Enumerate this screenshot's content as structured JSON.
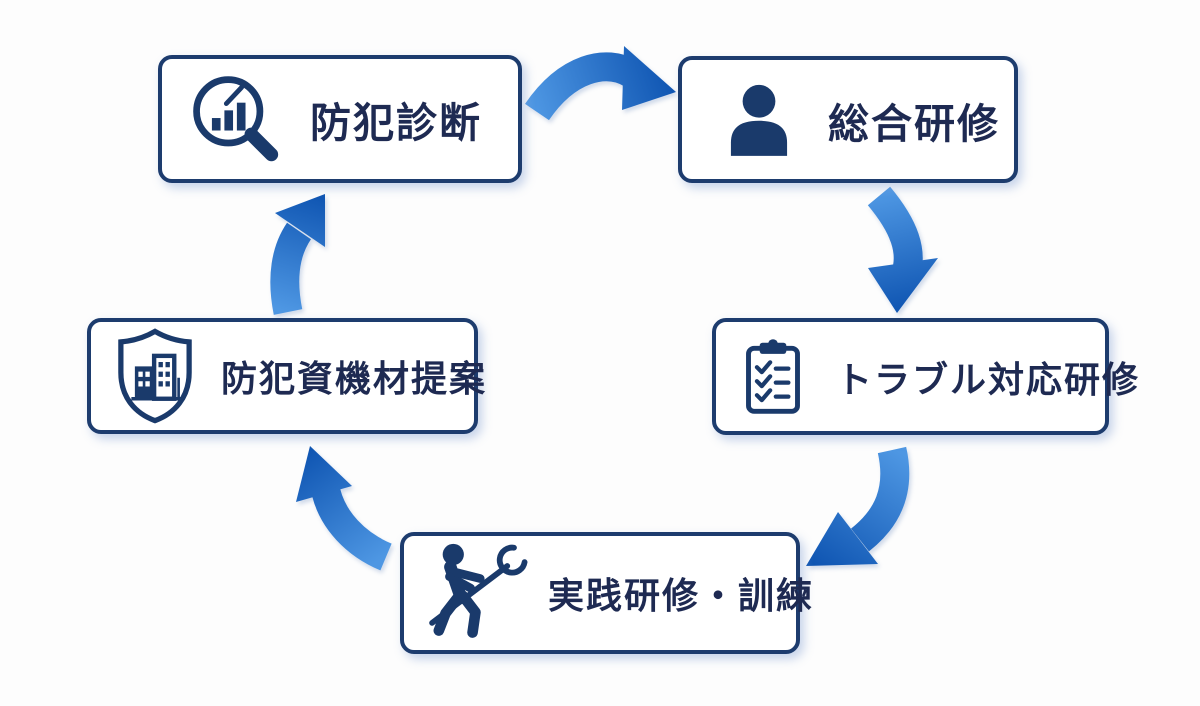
{
  "diagram": {
    "type": "cycle",
    "colors": {
      "background": "#fdfdfd",
      "box_border": "#1d3c6e",
      "label_text": "#1e2a52",
      "icon_navy": "#1a3a6b",
      "arrow_light": "#4e97e3",
      "arrow_dark": "#0f55b2"
    },
    "steps": [
      {
        "label": "防犯診断",
        "icon": "magnifier-chart-icon"
      },
      {
        "label": "総合研修",
        "icon": "person-icon"
      },
      {
        "label": "トラブル対応研修",
        "icon": "checklist-clipboard-icon"
      },
      {
        "label": "実践研修・訓練",
        "icon": "sasumata-person-icon"
      },
      {
        "label": "防犯資機材提案",
        "icon": "shield-building-icon"
      }
    ],
    "cycle_order": [
      "防犯診断",
      "総合研修",
      "トラブル対応研修",
      "実践研修・訓練",
      "防犯資機材提案"
    ]
  }
}
